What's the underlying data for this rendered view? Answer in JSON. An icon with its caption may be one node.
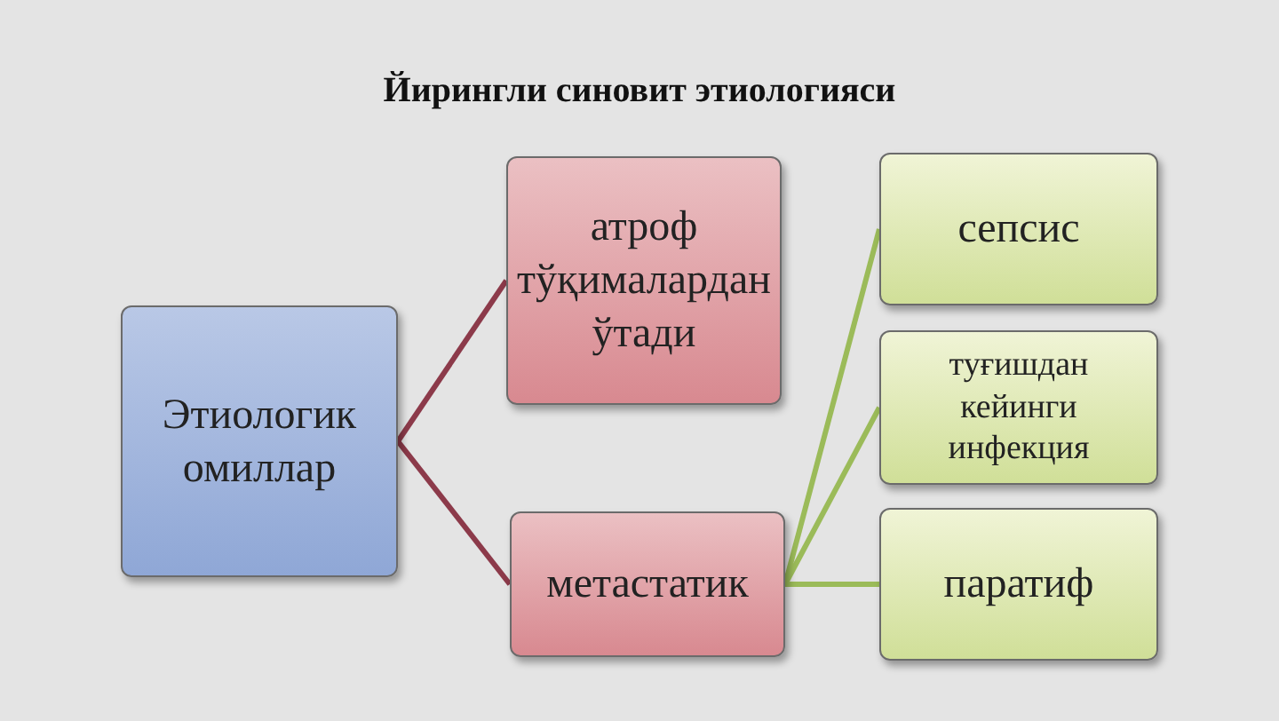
{
  "diagram": {
    "title": "Йирингли синовит этиологияси",
    "nodes": [
      {
        "text": [
          "Этиологик омиллар"
        ]
      },
      {
        "text": [
          "атроф тўқималардан ўтади"
        ]
      },
      {
        "text": [
          "метастатик"
        ]
      },
      {
        "text": [
          "сепсис"
        ]
      },
      {
        "text": [
          "туғишдан кейинги инфекция"
        ]
      },
      {
        "text": [
          "паратиф"
        ]
      }
    ],
    "edges": [
      {
        "from": 0,
        "to": 1,
        "arrow": "none",
        "color": "#8c3a4a"
      },
      {
        "from": 0,
        "to": 2,
        "arrow": "none",
        "color": "#8c3a4a"
      },
      {
        "from": 2,
        "to": 3,
        "arrow": "none"
      },
      {
        "from": 2,
        "to": 4,
        "arrow": "none"
      },
      {
        "from": 2,
        "to": 5,
        "arrow": "none"
      }
    ]
  }
}
